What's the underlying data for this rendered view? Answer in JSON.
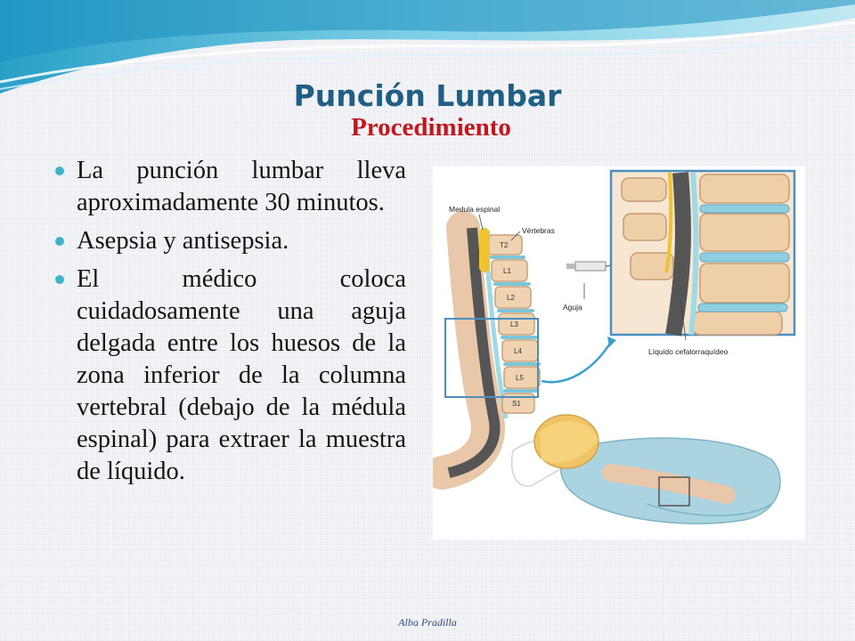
{
  "slide": {
    "title": "Punción Lumbar",
    "subtitle": "Procedimiento",
    "bullets": [
      "La punción lumbar lleva aproximadamente 30 minutos.",
      "Asepsia y antisepsia.",
      "El médico coloca cuidadosamente una aguja delgada entre los huesos de la zona inferior de la columna vertebral (debajo de la médula espinal) para extraer la muestra de líquido."
    ],
    "footer": "Alba Pradilla"
  },
  "illustration": {
    "labels": {
      "spinal_cord": "Medula espinal",
      "vertebrae": "Vértebras",
      "needle": "Aguja",
      "csf": "Líquido cefalorraquídeo"
    },
    "vertebra_labels": [
      "T2",
      "L1",
      "L2",
      "L3",
      "L4",
      "L5",
      "S1"
    ]
  },
  "colors": {
    "title": "#1f5f86",
    "subtitle": "#c5161d",
    "bullet": "#3fb3c8",
    "accent": "#3a9fd0"
  }
}
